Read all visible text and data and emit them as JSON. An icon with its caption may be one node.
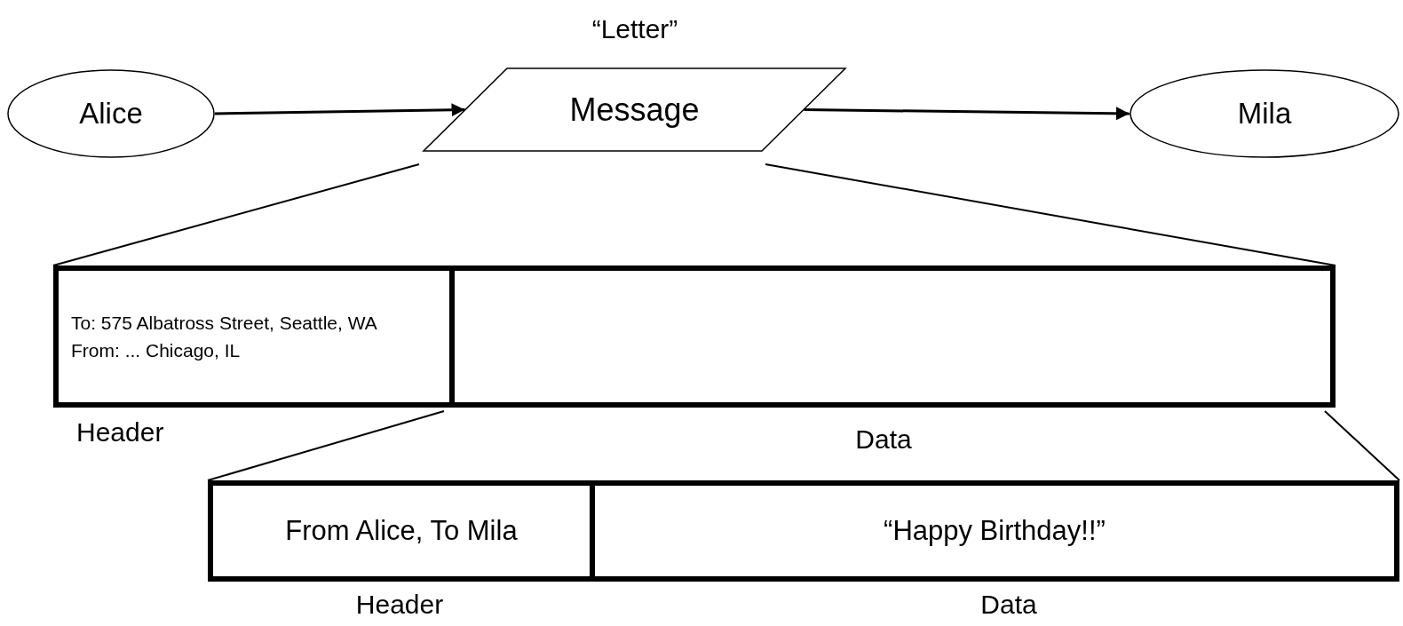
{
  "diagram": {
    "nodes": [
      {
        "text": [
          "Alice"
        ]
      },
      {
        "text": [
          "Message"
        ],
        "beside": [
          "“Letter”"
        ]
      },
      {
        "text": [
          "Mila"
        ]
      },
      {
        "text": [
          "To: 575 Albatross Street, Seattle, WA",
          "From: ... Chicago, IL"
        ],
        "beside": [
          "Header"
        ]
      },
      {
        "text": [],
        "shape": "box",
        "beside": [
          "Data"
        ]
      },
      {
        "text": [
          "From Alice, To Mila"
        ],
        "beside": [
          "Header"
        ]
      },
      {
        "text": [
          "“Happy Birthday!!”"
        ],
        "beside": [
          "Data"
        ]
      }
    ],
    "edges": [
      {
        "from": 0,
        "to": 1,
        "arrow": "to"
      },
      {
        "from": 1,
        "to": 2,
        "arrow": "to"
      },
      {
        "from": 1,
        "to": 3,
        "arrow": "none"
      },
      {
        "from": 1,
        "to": 4,
        "arrow": "none"
      },
      {
        "from": 3,
        "to": 5,
        "arrow": "none"
      },
      {
        "from": 4,
        "to": 6,
        "arrow": "none"
      }
    ]
  }
}
